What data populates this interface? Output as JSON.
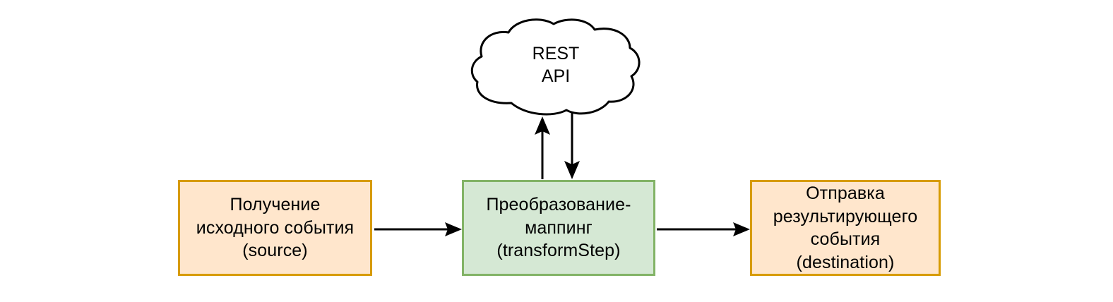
{
  "diagram": {
    "type": "flowchart",
    "background_color": "#ffffff",
    "nodes": {
      "source": {
        "label": "Получение\nисходного события\n(source)",
        "shape": "rectangle",
        "fill_color": "#ffe6cc",
        "border_color": "#d79b00"
      },
      "transform": {
        "label": "Преобразование-\nмаппинг\n(transformStep)",
        "shape": "rectangle",
        "fill_color": "#d5e8d4",
        "border_color": "#82b366"
      },
      "destination": {
        "label": "Отправка\nрезультирующего\nсобытия\n(destination)",
        "shape": "rectangle",
        "fill_color": "#ffe6cc",
        "border_color": "#d79b00"
      },
      "rest_api": {
        "label": "REST\nAPI",
        "shape": "cloud",
        "fill_color": "#ffffff",
        "border_color": "#000000"
      }
    },
    "edges": [
      {
        "name": "source-to-transform",
        "from": "source",
        "to": "transform",
        "direction": "right",
        "color": "#000000"
      },
      {
        "name": "transform-to-rest-api",
        "from": "transform",
        "to": "rest_api",
        "direction": "up",
        "color": "#000000"
      },
      {
        "name": "rest-api-to-transform",
        "from": "rest_api",
        "to": "transform",
        "direction": "down",
        "color": "#000000"
      },
      {
        "name": "transform-to-destination",
        "from": "transform",
        "to": "destination",
        "direction": "right",
        "color": "#000000"
      }
    ]
  }
}
